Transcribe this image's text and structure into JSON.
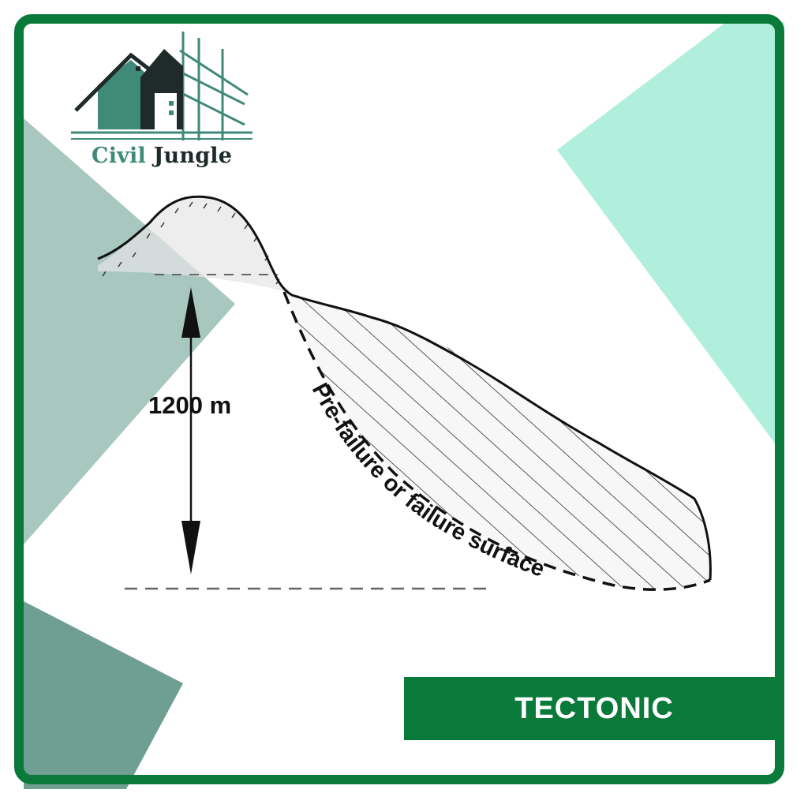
{
  "brand": {
    "name_part1": "Civil",
    "name_part2": "Jungle"
  },
  "diagram": {
    "height_label": "1200 m",
    "surface_label": "Pre-failure or failure surface"
  },
  "badge": {
    "label": "TECTONIC"
  },
  "colors": {
    "frame": "#0a7a3a",
    "badge_bg": "#0a7a3a",
    "mint_accent": "#b1efdd",
    "teal_dark": "#6f9f93",
    "teal_light": "#a8c7bf",
    "logo_teal": "#3f8a78"
  }
}
